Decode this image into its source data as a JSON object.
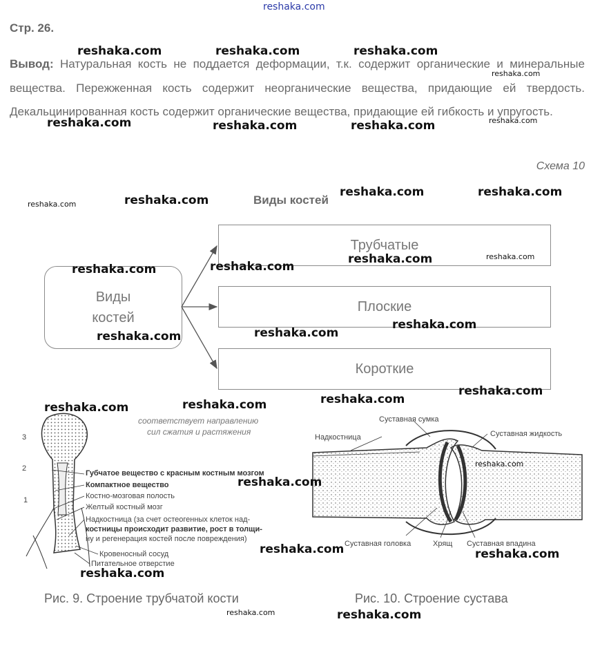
{
  "header": {
    "page": "Стр. 26."
  },
  "conclusion": {
    "label": "Вывод:",
    "text": "Натуральная кость не поддается деформации, т.к. содержит органические и минеральные вещества. Пережженная кость содержит неорганические вещества, придающие ей твердость. Декальцинированная кость содержит органические вещества, придающие ей гибкость и упругость."
  },
  "scheme": {
    "label": "Схема 10",
    "title": "Виды костей",
    "root_line1": "Виды",
    "root_line2": "костей",
    "types": [
      "Трубчатые",
      "Плоские",
      "Короткие"
    ]
  },
  "figure9": {
    "caption": "Рис. 9. Строение трубчатой кости",
    "note_line1": "соответствует направлению",
    "note_line2": "сил сжатия и растяжения",
    "numbers": [
      "3",
      "2",
      "1"
    ],
    "labels": [
      "Губчатое вещество с красным костным мозгом",
      "Компактное вещество",
      "Костно-мозговая полость",
      "Желтый костный мозг",
      "Надкостница (за счет остеогенных клеток над-",
      "костницы происходит развитие, рост в толщи-",
      "ну и регенерация костей после повреждения)",
      "Кровеносный сосуд",
      "Питательное отверстие"
    ]
  },
  "figure10": {
    "caption": "Рис. 10. Строение сустава",
    "labels": {
      "capsule": "Суставная сумка",
      "periosteum": "Надкостница",
      "fluid": "Суставная жидкость",
      "head": "Суставная головка",
      "cartilage": "Хрящ",
      "socket": "Суставная впадина"
    }
  },
  "watermark": {
    "text": "reshaka.com"
  }
}
